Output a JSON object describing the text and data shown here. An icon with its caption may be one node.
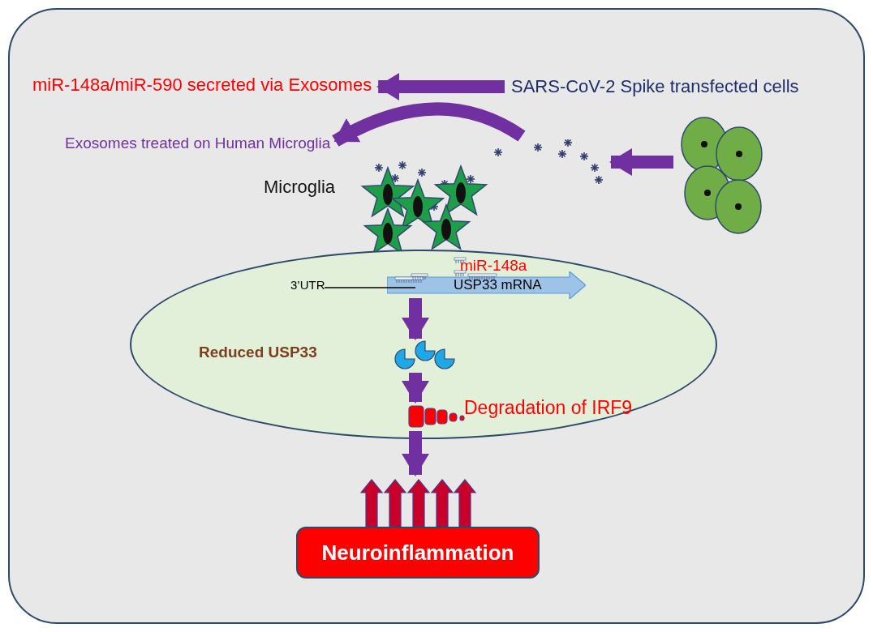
{
  "diagram": {
    "nodes": [
      {
        "text": [
          "miR-148a/miR-590 secreted via Exosomes"
        ]
      },
      {
        "text": [
          "SARS-CoV-2 Spike transfected cells"
        ]
      },
      {
        "text": [
          "Exosomes treated on Human Microglia"
        ]
      },
      {
        "text": [],
        "shape": "picture"
      },
      {
        "text": [],
        "shape": "ellipse"
      },
      {
        "text": [
          "USP33 mRNA"
        ],
        "beside": [
          "miR-148a"
        ],
        "in": 4
      },
      {
        "text": [],
        "shape": "picture",
        "in": 4
      },
      {
        "text": [],
        "shape": "picture",
        "beside": [
          "Degradation of IRF9"
        ],
        "in": 4
      },
      {
        "text": [
          "Neuroinflammation"
        ]
      },
      {
        "text": [],
        "shape": "picture"
      }
    ],
    "edges": [
      {
        "from": 1,
        "to": 0,
        "arrow": "to"
      },
      {
        "from": 9,
        "to": 2,
        "arrow": "to"
      },
      {
        "from": 3,
        "to": 9,
        "arrow": "to"
      },
      {
        "from": 5,
        "to": 6,
        "arrow": "to"
      },
      {
        "from": 6,
        "to": 7,
        "arrow": "to"
      },
      {
        "from": 7,
        "to": 8,
        "arrow": "to"
      }
    ],
    "labels": [
      "Microglia",
      "3’UTR",
      "Reduced USP33"
    ]
  }
}
